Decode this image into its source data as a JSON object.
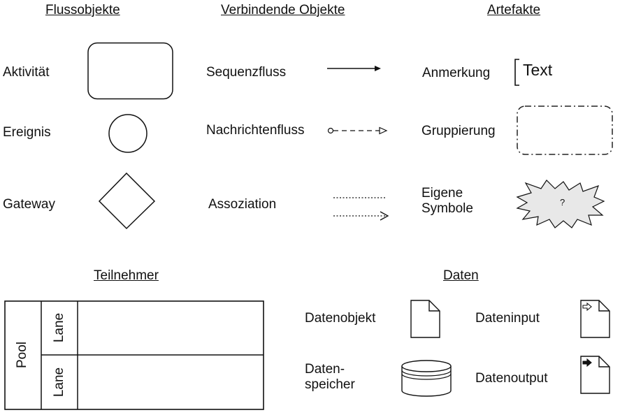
{
  "headings": {
    "flow_objects": "Flussobjekte",
    "connecting_objects": "Verbindende Objekte",
    "artifacts": "Artefakte",
    "participants": "Teilnehmer",
    "data": "Daten"
  },
  "flow_objects": {
    "activity": "Aktivität",
    "event": "Ereignis",
    "gateway": "Gateway"
  },
  "connecting_objects": {
    "sequence_flow": "Sequenzfluss",
    "message_flow": "Nachrichtenfluss",
    "association": "Assoziation"
  },
  "artifacts": {
    "annotation": "Anmerkung",
    "annotation_text": "Text",
    "group": "Gruppierung",
    "custom_symbols": "Eigene\nSymbole",
    "custom_symbol_mark": "?"
  },
  "participants": {
    "pool": "Pool",
    "lane_1": "Lane",
    "lane_2": "Lane"
  },
  "data": {
    "data_object": "Datenobjekt",
    "data_input": "Dateninput",
    "data_store": "Daten-\nspeicher",
    "data_output": "Datenoutput"
  }
}
